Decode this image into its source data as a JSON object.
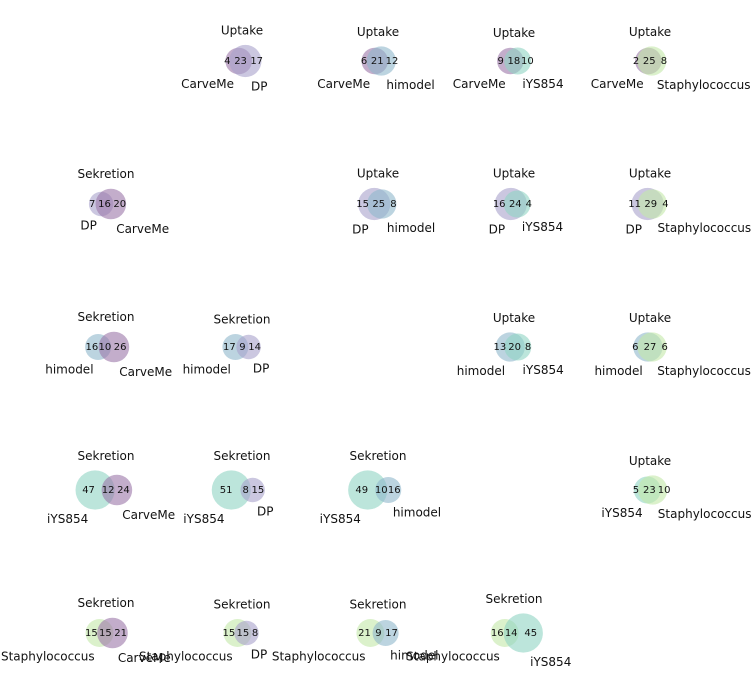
{
  "chart_data": {
    "type": "venn-grid",
    "title": "",
    "set_names": [
      "CarveMe",
      "DP",
      "himodel",
      "iYS854",
      "Staphylococcus"
    ],
    "colors": {
      "CarveMe": "#9b77a8",
      "DP": "#a8a2cc",
      "himodel": "#8fb7cc",
      "iYS854": "#8fd3c3",
      "Staphylococcus": "#c3e8a8"
    },
    "cells": [
      {
        "row": 0,
        "col": 1,
        "title": "Uptake",
        "a": "CarveMe",
        "b": "DP",
        "only_a": 4,
        "both": 23,
        "only_b": 17
      },
      {
        "row": 0,
        "col": 2,
        "title": "Uptake",
        "a": "CarveMe",
        "b": "himodel",
        "only_a": 6,
        "both": 21,
        "only_b": 12
      },
      {
        "row": 0,
        "col": 3,
        "title": "Uptake",
        "a": "CarveMe",
        "b": "iYS854",
        "only_a": 9,
        "both": 18,
        "only_b": 10
      },
      {
        "row": 0,
        "col": 4,
        "title": "Uptake",
        "a": "CarveMe",
        "b": "Staphylococcus",
        "only_a": 2,
        "both": 25,
        "only_b": 8
      },
      {
        "row": 1,
        "col": 0,
        "title": "Sekretion",
        "a": "DP",
        "b": "CarveMe",
        "only_a": 7,
        "both": 16,
        "only_b": 20
      },
      {
        "row": 1,
        "col": 2,
        "title": "Uptake",
        "a": "DP",
        "b": "himodel",
        "only_a": 15,
        "both": 25,
        "only_b": 8
      },
      {
        "row": 1,
        "col": 3,
        "title": "Uptake",
        "a": "DP",
        "b": "iYS854",
        "only_a": 16,
        "both": 24,
        "only_b": 4
      },
      {
        "row": 1,
        "col": 4,
        "title": "Uptake",
        "a": "DP",
        "b": "Staphylococcus",
        "only_a": 11,
        "both": 29,
        "only_b": 4
      },
      {
        "row": 2,
        "col": 0,
        "title": "Sekretion",
        "a": "himodel",
        "b": "CarveMe",
        "only_a": 16,
        "both": 10,
        "only_b": 26
      },
      {
        "row": 2,
        "col": 1,
        "title": "Sekretion",
        "a": "himodel",
        "b": "DP",
        "only_a": 17,
        "both": 9,
        "only_b": 14
      },
      {
        "row": 2,
        "col": 3,
        "title": "Uptake",
        "a": "himodel",
        "b": "iYS854",
        "only_a": 13,
        "both": 20,
        "only_b": 8
      },
      {
        "row": 2,
        "col": 4,
        "title": "Uptake",
        "a": "himodel",
        "b": "Staphylococcus",
        "only_a": 6,
        "both": 27,
        "only_b": 6
      },
      {
        "row": 3,
        "col": 0,
        "title": "Sekretion",
        "a": "iYS854",
        "b": "CarveMe",
        "only_a": 47,
        "both": 12,
        "only_b": 24
      },
      {
        "row": 3,
        "col": 1,
        "title": "Sekretion",
        "a": "iYS854",
        "b": "DP",
        "only_a": 51,
        "both": 8,
        "only_b": 15
      },
      {
        "row": 3,
        "col": 2,
        "title": "Sekretion",
        "a": "iYS854",
        "b": "himodel",
        "only_a": 49,
        "both": 10,
        "only_b": 16
      },
      {
        "row": 3,
        "col": 4,
        "title": "Uptake",
        "a": "iYS854",
        "b": "Staphylococcus",
        "only_a": 5,
        "both": 23,
        "only_b": 10
      },
      {
        "row": 4,
        "col": 0,
        "title": "Sekretion",
        "a": "Staphylococcus",
        "b": "CarveMe",
        "only_a": 15,
        "both": 15,
        "only_b": 21
      },
      {
        "row": 4,
        "col": 1,
        "title": "Sekretion",
        "a": "Staphylococcus",
        "b": "DP",
        "only_a": 15,
        "both": 15,
        "only_b": 8
      },
      {
        "row": 4,
        "col": 2,
        "title": "Sekretion",
        "a": "Staphylococcus",
        "b": "himodel",
        "only_a": 21,
        "both": 9,
        "only_b": 17
      },
      {
        "row": 4,
        "col": 3,
        "title": "Sekretion",
        "a": "Staphylococcus",
        "b": "iYS854",
        "only_a": 16,
        "both": 14,
        "only_b": 45
      }
    ]
  }
}
